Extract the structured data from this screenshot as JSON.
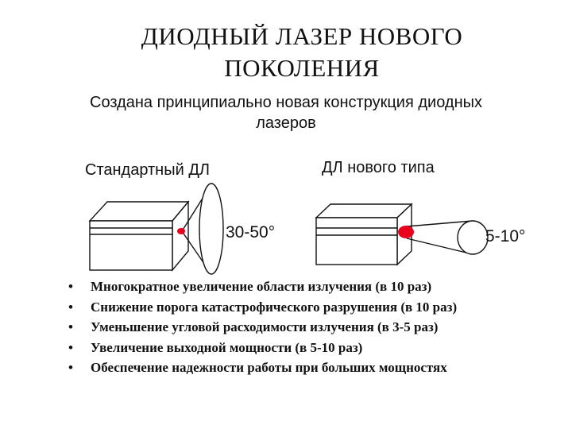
{
  "slide": {
    "title_line1": "ДИОДНЫЙ  ЛАЗЕР  НОВОГО",
    "title_line2": "ПОКОЛЕНИЯ",
    "subtitle_line1": "Создана принципиально новая конструкция диодных",
    "subtitle_line2": "лазеров"
  },
  "diagram": {
    "standard_label": "Стандартный ДЛ",
    "standard_angle": "30-50°",
    "new_label": "ДЛ нового типа",
    "new_angle": "5-10°",
    "emitter_color": "#e8001c"
  },
  "bullets": {
    "marker": "•",
    "items": [
      "Многократное увеличение области излучения (в 10 раз)",
      "Снижение порога катастрофического разрушения (в 10 раз)",
      "Уменьшение угловой расходимости излучения (в 3-5 раз)",
      "Увеличение выходной мощности (в 5-10 раз)",
      "Обеспечение надежности работы при больших мощностях"
    ]
  }
}
